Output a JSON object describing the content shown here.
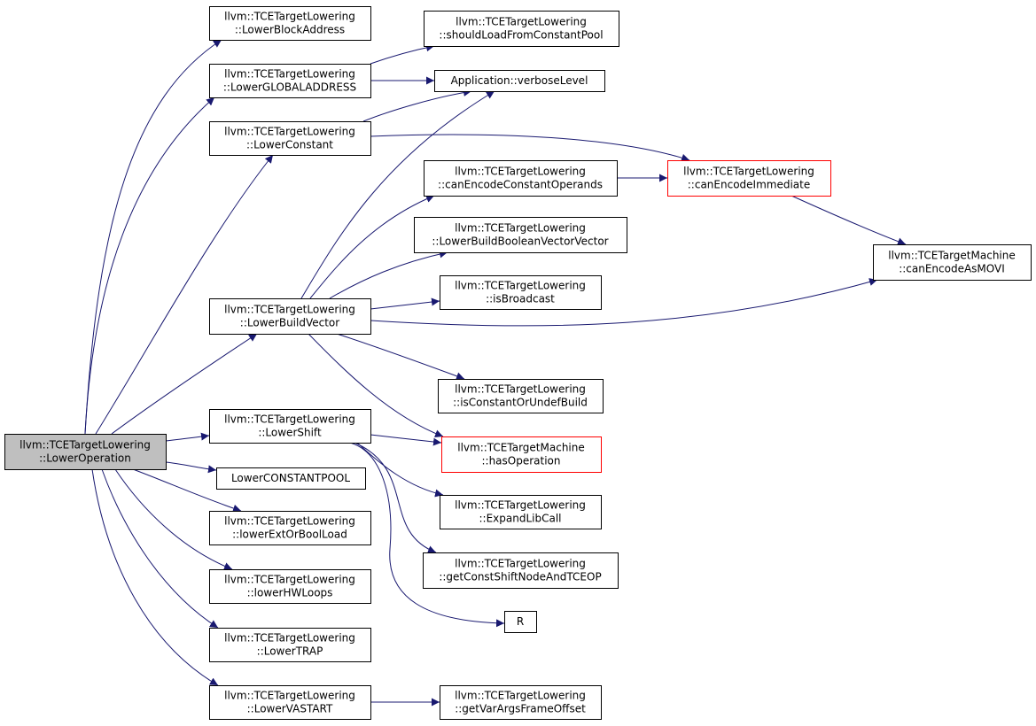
{
  "colors": {
    "edge": "#191970",
    "node_border": "#000000",
    "node_fill": "#ffffff",
    "root_fill": "#bfbfbf",
    "root_border": "#000000",
    "truncated_border": "#ff0000"
  },
  "nodes": [
    {
      "id": "lower_operation",
      "lines": [
        "llvm::TCETargetLowering",
        "::LowerOperation"
      ],
      "style": "root"
    },
    {
      "id": "lower_block_address",
      "lines": [
        "llvm::TCETargetLowering",
        "::LowerBlockAddress"
      ],
      "style": "normal"
    },
    {
      "id": "lower_global_address",
      "lines": [
        "llvm::TCETargetLowering",
        "::LowerGLOBALADDRESS"
      ],
      "style": "normal"
    },
    {
      "id": "lower_constant",
      "lines": [
        "llvm::TCETargetLowering",
        "::LowerConstant"
      ],
      "style": "normal"
    },
    {
      "id": "lower_build_vector",
      "lines": [
        "llvm::TCETargetLowering",
        "::LowerBuildVector"
      ],
      "style": "normal"
    },
    {
      "id": "lower_shift",
      "lines": [
        "llvm::TCETargetLowering",
        "::LowerShift"
      ],
      "style": "normal"
    },
    {
      "id": "lower_constantpool",
      "lines": [
        "LowerCONSTANTPOOL"
      ],
      "style": "normal"
    },
    {
      "id": "lower_ext_or_bool_load",
      "lines": [
        "llvm::TCETargetLowering",
        "::lowerExtOrBoolLoad"
      ],
      "style": "normal"
    },
    {
      "id": "lower_hw_loops",
      "lines": [
        "llvm::TCETargetLowering",
        "::lowerHWLoops"
      ],
      "style": "normal"
    },
    {
      "id": "lower_trap",
      "lines": [
        "llvm::TCETargetLowering",
        "::LowerTRAP"
      ],
      "style": "normal"
    },
    {
      "id": "lower_vastart",
      "lines": [
        "llvm::TCETargetLowering",
        "::LowerVASTART"
      ],
      "style": "normal"
    },
    {
      "id": "should_load_from_constant_pool",
      "lines": [
        "llvm::TCETargetLowering",
        "::shouldLoadFromConstantPool"
      ],
      "style": "normal"
    },
    {
      "id": "verbose_level",
      "lines": [
        "Application::verboseLevel"
      ],
      "style": "normal"
    },
    {
      "id": "can_encode_constant_operands",
      "lines": [
        "llvm::TCETargetLowering",
        "::canEncodeConstantOperands"
      ],
      "style": "normal"
    },
    {
      "id": "lower_build_boolean_vector_vector",
      "lines": [
        "llvm::TCETargetLowering",
        "::LowerBuildBooleanVectorVector"
      ],
      "style": "normal"
    },
    {
      "id": "is_broadcast",
      "lines": [
        "llvm::TCETargetLowering",
        "::isBroadcast"
      ],
      "style": "normal"
    },
    {
      "id": "is_constant_or_undef_build",
      "lines": [
        "llvm::TCETargetLowering",
        "::isConstantOrUndefBuild"
      ],
      "style": "normal"
    },
    {
      "id": "has_operation",
      "lines": [
        "llvm::TCETargetMachine",
        "::hasOperation"
      ],
      "style": "truncated"
    },
    {
      "id": "expand_lib_call",
      "lines": [
        "llvm::TCETargetLowering",
        "::ExpandLibCall"
      ],
      "style": "normal"
    },
    {
      "id": "get_const_shift_node_and_tceop",
      "lines": [
        "llvm::TCETargetLowering",
        "::getConstShiftNodeAndTCEOP"
      ],
      "style": "normal"
    },
    {
      "id": "r",
      "lines": [
        "R"
      ],
      "style": "normal"
    },
    {
      "id": "get_var_args_frame_offset",
      "lines": [
        "llvm::TCETargetLowering",
        "::getVarArgsFrameOffset"
      ],
      "style": "normal"
    },
    {
      "id": "can_encode_immediate",
      "lines": [
        "llvm::TCETargetLowering",
        "::canEncodeImmediate"
      ],
      "style": "truncated"
    },
    {
      "id": "can_encode_as_movi",
      "lines": [
        "llvm::TCETargetMachine",
        "::canEncodeAsMOVI"
      ],
      "style": "normal"
    }
  ],
  "edges": [
    {
      "from": "lower_operation",
      "to": "lower_block_address"
    },
    {
      "from": "lower_operation",
      "to": "lower_global_address"
    },
    {
      "from": "lower_operation",
      "to": "lower_constant"
    },
    {
      "from": "lower_operation",
      "to": "lower_build_vector"
    },
    {
      "from": "lower_operation",
      "to": "lower_shift"
    },
    {
      "from": "lower_operation",
      "to": "lower_constantpool"
    },
    {
      "from": "lower_operation",
      "to": "lower_ext_or_bool_load"
    },
    {
      "from": "lower_operation",
      "to": "lower_hw_loops"
    },
    {
      "from": "lower_operation",
      "to": "lower_trap"
    },
    {
      "from": "lower_operation",
      "to": "lower_vastart"
    },
    {
      "from": "lower_global_address",
      "to": "should_load_from_constant_pool"
    },
    {
      "from": "lower_global_address",
      "to": "verbose_level"
    },
    {
      "from": "lower_constant",
      "to": "verbose_level"
    },
    {
      "from": "lower_constant",
      "to": "can_encode_immediate"
    },
    {
      "from": "lower_build_vector",
      "to": "verbose_level"
    },
    {
      "from": "lower_build_vector",
      "to": "can_encode_constant_operands"
    },
    {
      "from": "lower_build_vector",
      "to": "lower_build_boolean_vector_vector"
    },
    {
      "from": "lower_build_vector",
      "to": "is_broadcast"
    },
    {
      "from": "lower_build_vector",
      "to": "can_encode_as_movi"
    },
    {
      "from": "lower_build_vector",
      "to": "is_constant_or_undef_build"
    },
    {
      "from": "lower_build_vector",
      "to": "has_operation"
    },
    {
      "from": "lower_shift",
      "to": "has_operation"
    },
    {
      "from": "lower_shift",
      "to": "expand_lib_call"
    },
    {
      "from": "lower_shift",
      "to": "get_const_shift_node_and_tceop"
    },
    {
      "from": "lower_shift",
      "to": "r"
    },
    {
      "from": "can_encode_constant_operands",
      "to": "can_encode_immediate"
    },
    {
      "from": "can_encode_immediate",
      "to": "can_encode_as_movi"
    },
    {
      "from": "lower_vastart",
      "to": "get_var_args_frame_offset"
    }
  ]
}
